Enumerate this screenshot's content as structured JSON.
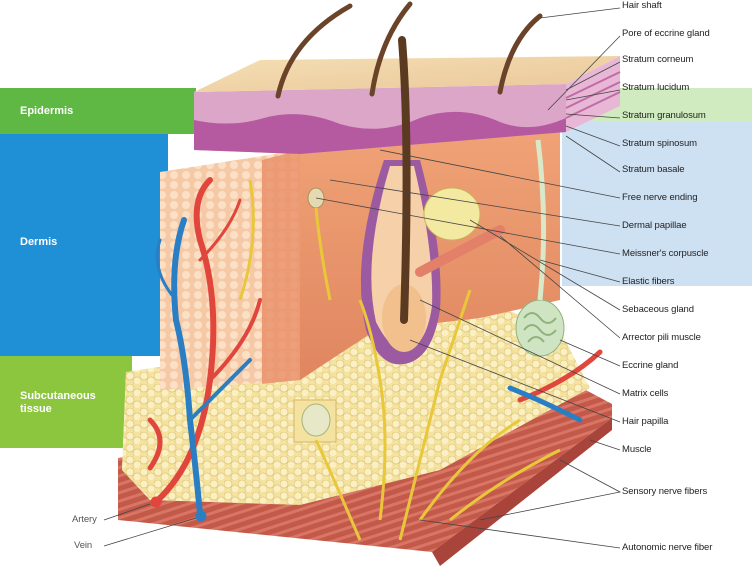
{
  "layers": {
    "epidermis": "Epidermis",
    "dermis": "Dermis",
    "subcutaneous": "Subcutaneous tissue"
  },
  "labels": {
    "hair_shaft": "Hair shaft",
    "pore": "Pore of eccrine gland",
    "corneum": "Stratum corneum",
    "lucidum": "Stratum lucidum",
    "granulosum": "Stratum granulosum",
    "spinosum": "Stratum spinosum",
    "basale": "Stratum basale",
    "free_nerve": "Free nerve ending",
    "dermal_papillae": "Dermal papillae",
    "meissner": "Meissner's corpuscle",
    "elastic": "Elastic fibers",
    "sebaceous": "Sebaceous gland",
    "arrector": "Arrector pili muscle",
    "eccrine": "Eccrine gland",
    "matrix": "Matrix cells",
    "hair_papilla": "Hair papilla",
    "muscle": "Muscle",
    "sensory": "Sensory nerve fibers",
    "autonomic": "Autonomic nerve fiber",
    "artery": "Artery",
    "vein": "Vein"
  },
  "colors": {
    "epidermis": "#5fb844",
    "dermis": "#1f8fd6",
    "subcutaneous": "#8cc63f",
    "artery": "#e0463c",
    "vein": "#2a7fc4",
    "nerve": "#e8c83a",
    "fat": "#f6e6a8"
  }
}
